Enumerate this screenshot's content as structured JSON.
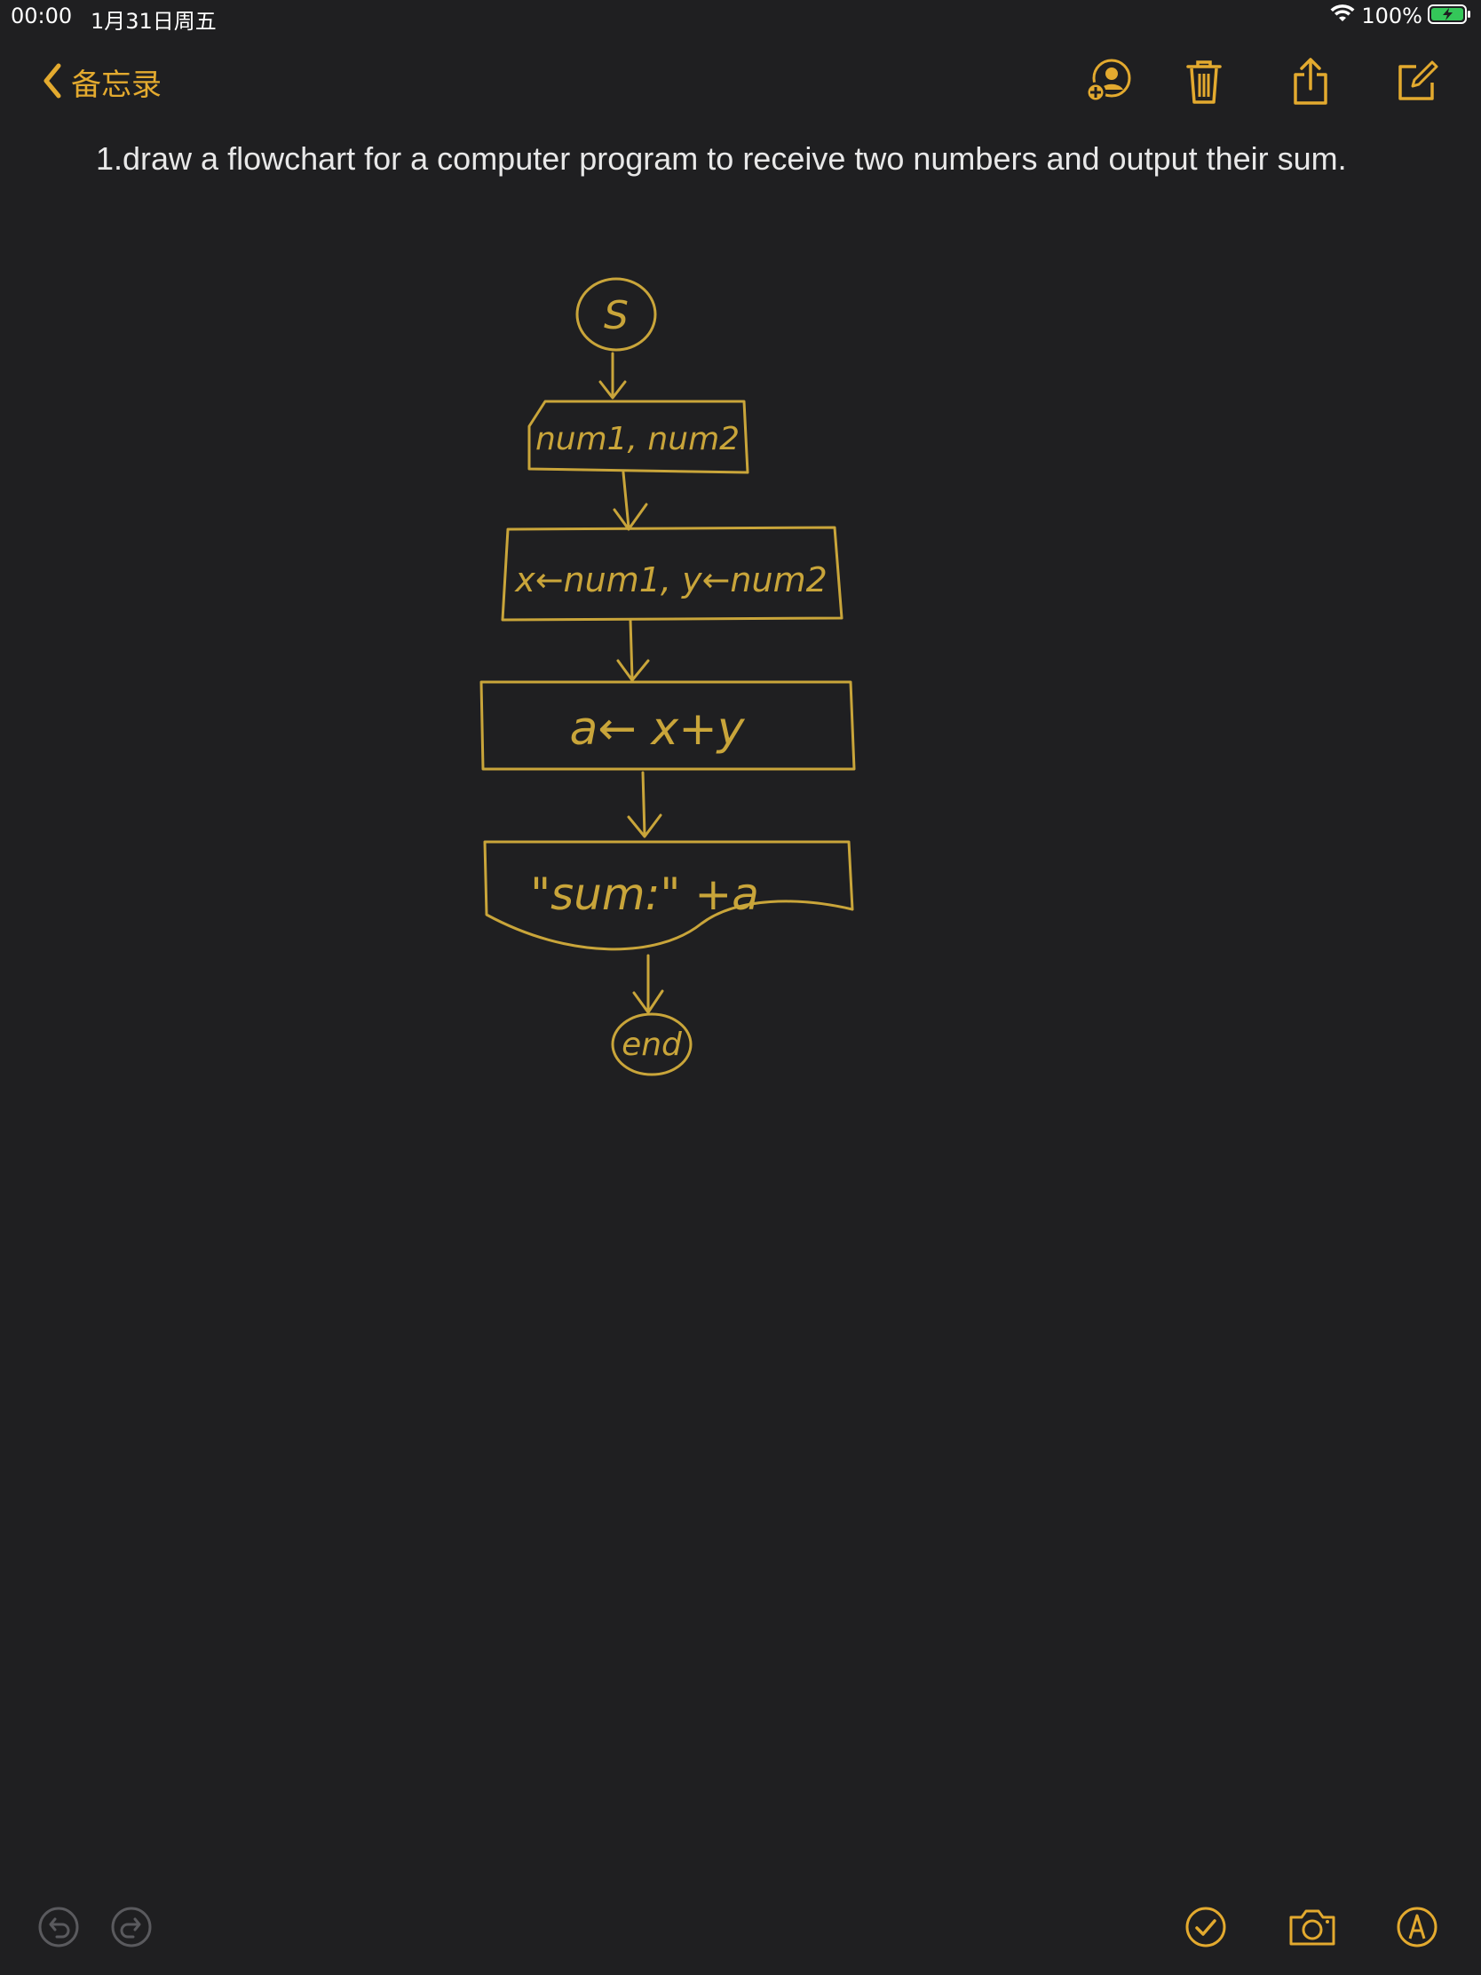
{
  "status_bar": {
    "time": "00:00",
    "date": "1月31日周五",
    "battery_percent": "100%"
  },
  "nav": {
    "back_label": "备忘录"
  },
  "note": {
    "text": "1.draw a flowchart for a computer program to receive two numbers and output their sum."
  },
  "flowchart": {
    "start": "S",
    "input": "num1, num2",
    "assign": "x←num1, y←num2",
    "compute": "a← x+y",
    "output": "\"sum:\" +a",
    "end": "end"
  },
  "colors": {
    "accent": "#e3aa2f",
    "background": "#1f1f21",
    "ink": "#c9a53a",
    "battery": "#34c759"
  },
  "icons": {
    "nav": [
      "add-person-icon",
      "trash-icon",
      "share-icon",
      "compose-icon"
    ],
    "toolbar": [
      "undo-icon",
      "redo-icon",
      "checklist-icon",
      "camera-icon",
      "markup-pen-icon"
    ]
  }
}
